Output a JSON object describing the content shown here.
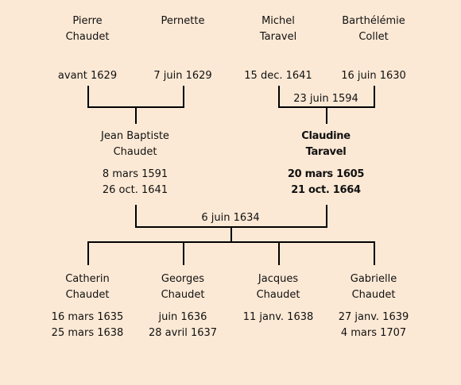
{
  "grandparents": [
    {
      "first": "Pierre",
      "last": "Chaudet",
      "date": "avant 1629"
    },
    {
      "first": "Pernette",
      "last": "",
      "date": "7 juin 1629"
    },
    {
      "first": "Michel",
      "last": "Taravel",
      "date": "15 dec. 1641"
    },
    {
      "first": "Barthélémie",
      "last": "Collet",
      "date": "16 juin 1630"
    }
  ],
  "marriage_paternal": "",
  "marriage_maternal": "23 juin 1594",
  "father": {
    "first": "Jean Baptiste",
    "last": "Chaudet",
    "birth": "8 mars 1591",
    "death": "26 oct. 1641"
  },
  "mother": {
    "first": "Claudine",
    "last": "Taravel",
    "birth": "20 mars 1605",
    "death": "21 oct. 1664"
  },
  "marriage_parents": "6 juin 1634",
  "children": [
    {
      "first": "Catherin",
      "last": "Chaudet",
      "birth": "16 mars 1635",
      "death": "25 mars 1638"
    },
    {
      "first": "Georges",
      "last": "Chaudet",
      "birth": "juin 1636",
      "death": "28 avril 1637"
    },
    {
      "first": "Jacques",
      "last": "Chaudet",
      "birth": "11 janv. 1638",
      "death": ""
    },
    {
      "first": "Gabrielle",
      "last": "Chaudet",
      "birth": "27 janv. 1639",
      "death": "4 mars 1707"
    }
  ]
}
